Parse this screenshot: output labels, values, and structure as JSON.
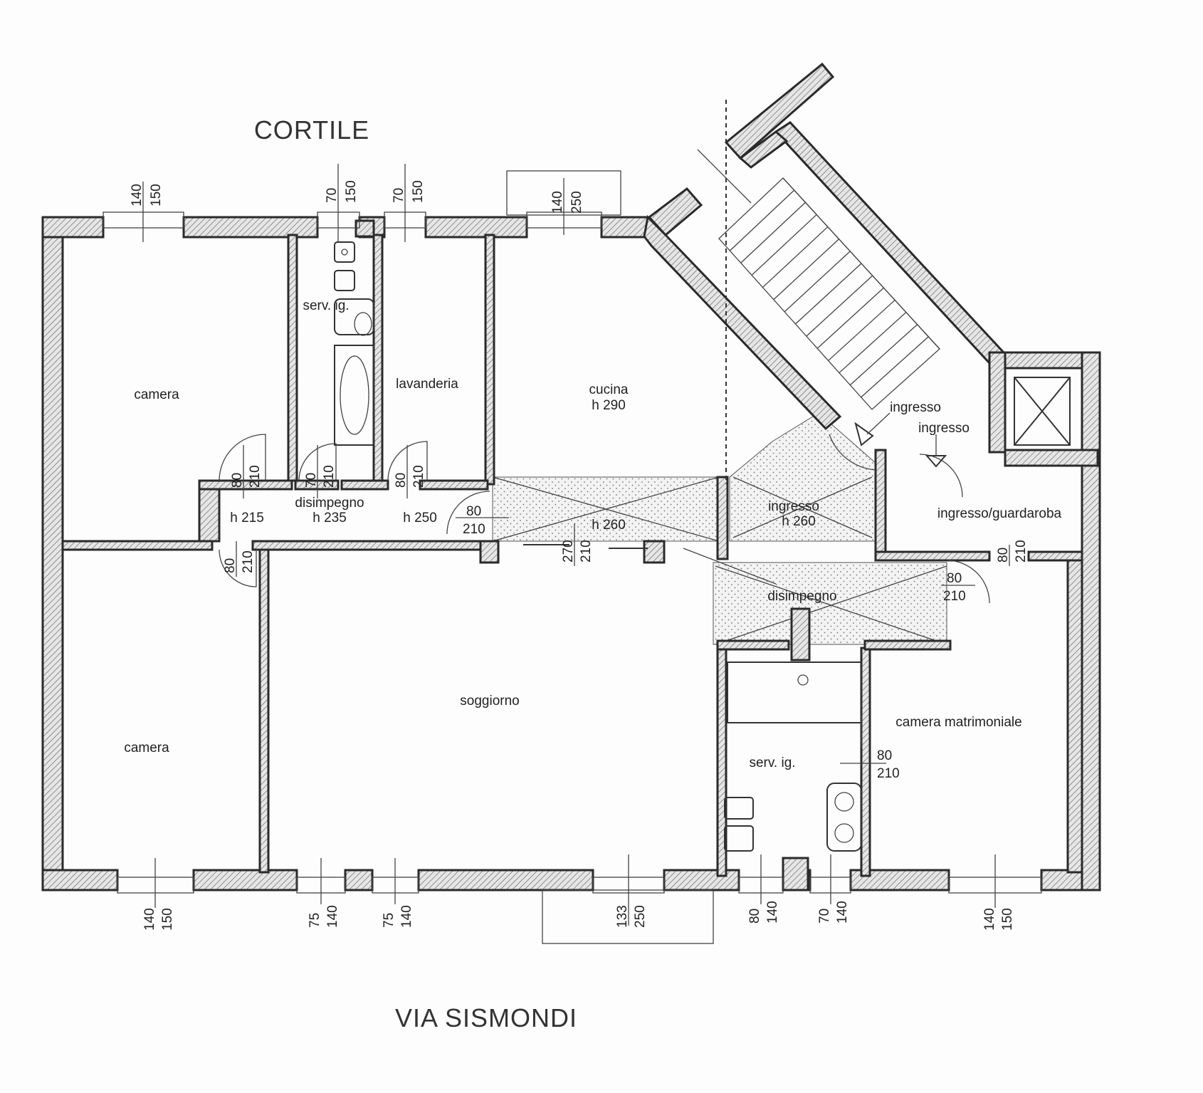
{
  "labels": {
    "top_street": "CORTILE",
    "bottom_street": "VIA SISMONDI"
  },
  "rooms": {
    "camera_top": "camera",
    "serv_ig_top": "serv. ig.",
    "lavanderia": "lavanderia",
    "cucina": "cucina",
    "cucina_h": "h 290",
    "disimpegno_top": "disimpegno",
    "disimpegno_top_h": "h 235",
    "h_215": "h 215",
    "h_250": "h 250",
    "corridor_h": "h 260",
    "ingresso_inner": "ingresso",
    "ingresso_inner_h": "h 260",
    "ingresso_arrow_1": "ingresso",
    "ingresso_arrow_2": "ingresso",
    "ingresso_guardaroba": "ingresso/guardaroba",
    "disimpegno_mid": "disimpegno",
    "camera_bottom": "camera",
    "soggiorno": "soggiorno",
    "serv_ig_bottom": "serv. ig.",
    "camera_matrimoniale": "camera matrimoniale"
  },
  "dimensions": {
    "w1_a": "140",
    "w1_b": "150",
    "w2_a": "70",
    "w2_b": "150",
    "w3_a": "70",
    "w3_b": "150",
    "w4_a": "140",
    "w4_b": "250",
    "d1_a": "80",
    "d1_b": "210",
    "d2_a": "70",
    "d2_b": "210",
    "d3_a": "80",
    "d3_b": "210",
    "d4_a": "80",
    "d4_b": "210",
    "d5_a": "80",
    "d5_b": "210",
    "d6_a": "270",
    "d6_b": "210",
    "d7_a": "80",
    "d7_b": "210",
    "d8_a": "80",
    "d8_b": "210",
    "d9_a": "80",
    "d9_b": "210",
    "b1_a": "140",
    "b1_b": "150",
    "b2_a": "75",
    "b2_b": "140",
    "b3_a": "75",
    "b3_b": "140",
    "b4_a": "133",
    "b4_b": "250",
    "b5_a": "80",
    "b5_b": "140",
    "b6_a": "70",
    "b6_b": "140",
    "b7_a": "140",
    "b7_b": "150"
  }
}
